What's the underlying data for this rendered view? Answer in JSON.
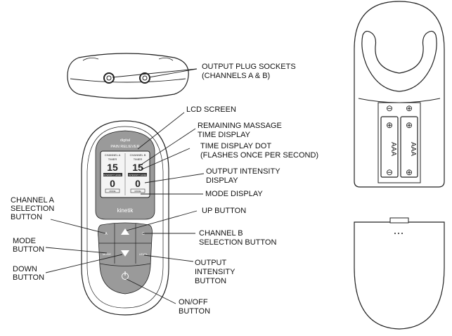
{
  "device": {
    "brand_top": "digital",
    "brand_name": "PAIN RELIEVER",
    "logo": "kinetik",
    "lcd_channel_a": "CHANNEL A",
    "lcd_channel_b": "CHANNEL B",
    "lcd_timer": "TIMER",
    "lcd_time_a": "15",
    "lcd_time_b": "15",
    "lcd_intensity_label_a": "INTENSITY LEVEL",
    "lcd_intensity_label_b": "INTENSITY LEVEL",
    "lcd_intensity_a": "0",
    "lcd_intensity_b": "0",
    "lcd_mode_a": "MODE",
    "lcd_mode_b": "MODE",
    "btn_a": "A",
    "btn_b": "B",
    "btn_mode": "MODE",
    "btn_level": "LEVEL"
  },
  "batteries": {
    "type_left": "AAA",
    "type_right": "AAA"
  },
  "labels": {
    "output_sockets_1": "OUTPUT PLUG SOCKETS",
    "output_sockets_2": "(CHANNELS A & B)",
    "lcd_screen": "LCD SCREEN",
    "remaining_1": "REMAINING MASSAGE",
    "remaining_2": "TIME DISPLAY",
    "dot_1": "TIME DISPLAY DOT",
    "dot_2": "(FLASHES ONCE PER SECOND)",
    "intensity_disp_1": "OUTPUT INTENSITY",
    "intensity_disp_2": "DISPLAY",
    "mode_display": "MODE DISPLAY",
    "channel_a_1": "CHANNEL A",
    "channel_a_2": "SELECTION",
    "channel_a_3": "BUTTON",
    "up_button": "UP BUTTON",
    "channel_b_1": "CHANNEL B",
    "channel_b_2": "SELECTION BUTTON",
    "mode_button_1": "MODE",
    "mode_button_2": "BUTTON",
    "down_button_1": "DOWN",
    "down_button_2": "BUTTON",
    "output_btn_1": "OUTPUT",
    "output_btn_2": "INTENSITY",
    "output_btn_3": "BUTTON",
    "onoff_1": "ON/OFF",
    "onoff_2": "BUTTON"
  }
}
